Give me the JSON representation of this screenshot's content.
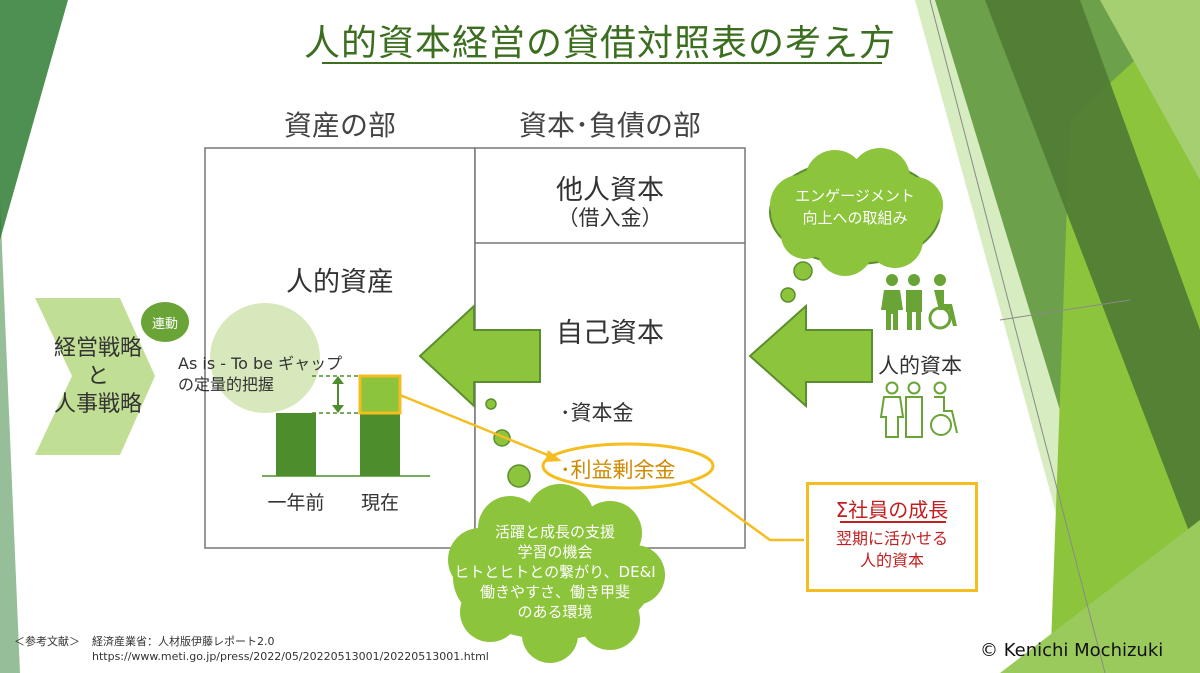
{
  "title": "人的資本経営の貸借対照表の考え方",
  "balance_sheet": {
    "assets_header": "資産の部",
    "liabilities_header": "資本･負債の部",
    "assets_label": "人的資産",
    "other_capital": "他人資本",
    "other_capital_sub": "（借入金）",
    "equity": "自己資本",
    "capital_stock": "･資本金",
    "retained_earnings": "･利益剰余金"
  },
  "strategy": {
    "line1": "経営戦略",
    "line2": "と",
    "line3": "人事戦略",
    "link_badge": "連動",
    "gap_line1": "As is - To be ギャップ",
    "gap_line2": "の定量的把握"
  },
  "bars": {
    "labels": [
      "一年前",
      "現在"
    ]
  },
  "engagement_bubble": {
    "line1": "エンゲージメント",
    "line2": "向上への取組み"
  },
  "human_capital_label": "人的資本",
  "support_bubble": {
    "lines": [
      "活躍と成長の支援",
      "学習の機会",
      "ヒトとヒトとの繋がり、DE&I",
      "働きやすさ、働き甲斐",
      "のある環境"
    ]
  },
  "growth_box": {
    "title": "Σ社員の成長",
    "line1": "翌期に活かせる",
    "line2": "人的資本"
  },
  "reference": {
    "prefix": "＜参考文献＞",
    "source": "経済産業省：人材版伊藤レポート2.0",
    "url": "https://www.meti.go.jp/press/2022/05/20220513001/20220513001.html"
  },
  "copyright": "© Kenichi Mochizuki",
  "colors": {
    "dark_green": "#4e8d2c",
    "light_green": "#8cc43c",
    "accent_yellow": "#f5bd1f",
    "title_green": "#3b6e1f",
    "red": "#c02020"
  }
}
